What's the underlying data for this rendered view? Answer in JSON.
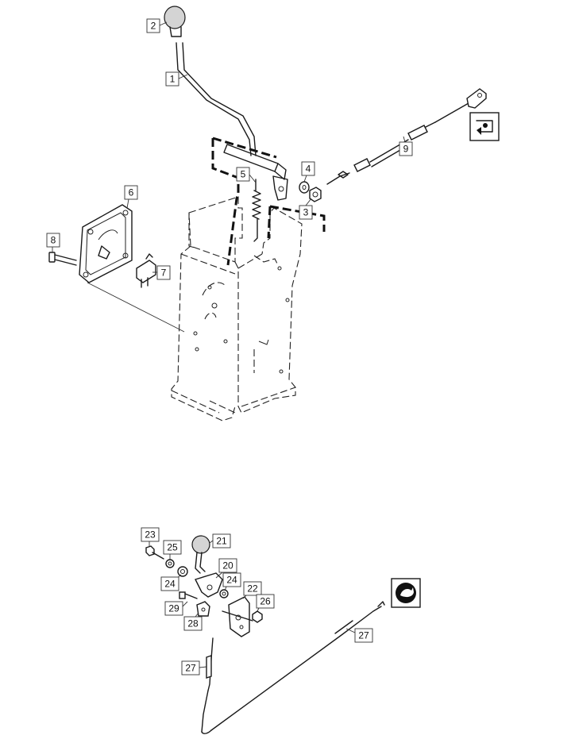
{
  "callouts": [
    {
      "id": "c1",
      "label": "1"
    },
    {
      "id": "c2",
      "label": "2"
    },
    {
      "id": "c3",
      "label": "3"
    },
    {
      "id": "c4",
      "label": "4"
    },
    {
      "id": "c5",
      "label": "5"
    },
    {
      "id": "c6",
      "label": "6"
    },
    {
      "id": "c7",
      "label": "7"
    },
    {
      "id": "c8",
      "label": "8"
    },
    {
      "id": "c9",
      "label": "9"
    },
    {
      "id": "c20",
      "label": "20"
    },
    {
      "id": "c21",
      "label": "21"
    },
    {
      "id": "c22",
      "label": "22"
    },
    {
      "id": "c23",
      "label": "23"
    },
    {
      "id": "c24a",
      "label": "24"
    },
    {
      "id": "c24b",
      "label": "24"
    },
    {
      "id": "c25",
      "label": "25"
    },
    {
      "id": "c26",
      "label": "26"
    },
    {
      "id": "c27a",
      "label": "27"
    },
    {
      "id": "c27b",
      "label": "27"
    },
    {
      "id": "c28",
      "label": "28"
    },
    {
      "id": "c29",
      "label": "29"
    }
  ],
  "icons": [
    {
      "id": "top",
      "name": "pto-engage-symbol-icon"
    },
    {
      "id": "bottom",
      "name": "speed-fast-rabbit-symbol-icon"
    }
  ]
}
